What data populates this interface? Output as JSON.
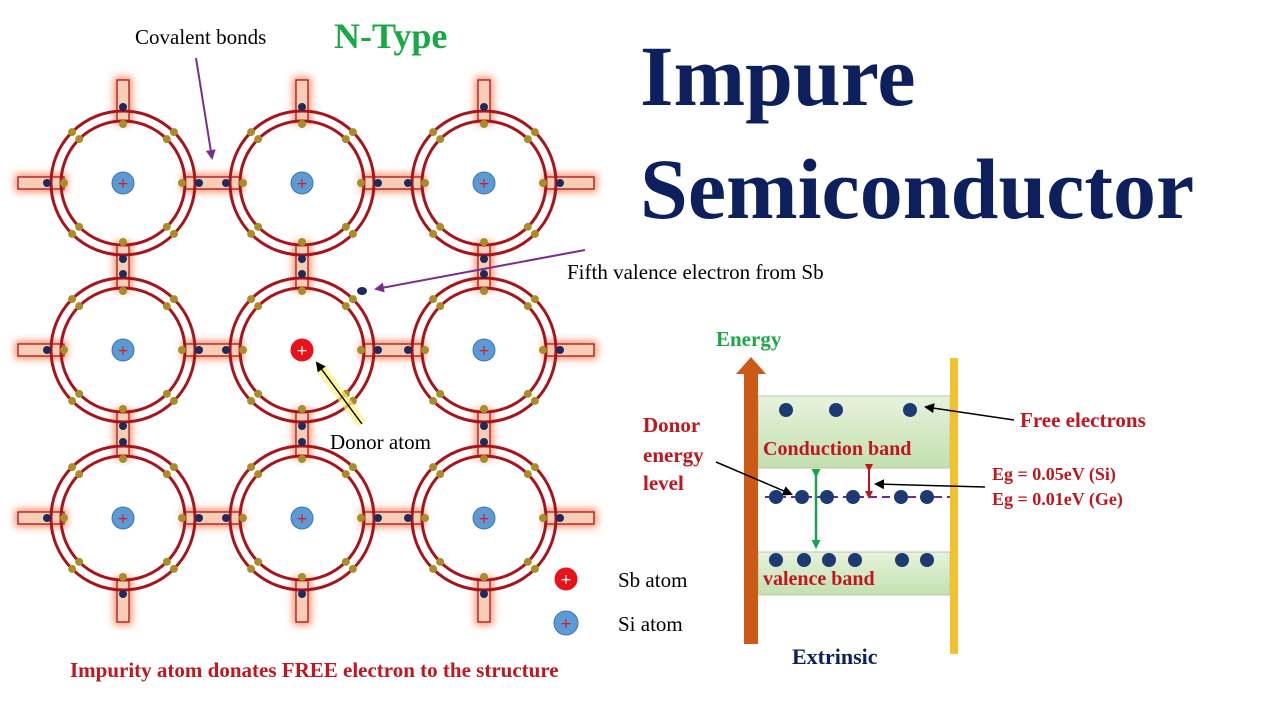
{
  "title": {
    "line1": "Impure",
    "line2": "Semiconductor",
    "subtitle": "N-Type"
  },
  "lattice": {
    "covalent_label": "Covalent bonds",
    "fifth_electron_label": "Fifth valence electron from Sb",
    "donor_label": "Donor atom",
    "nucleus_symbol": "+",
    "legend": {
      "sb_label": "Sb atom",
      "si_label": "Si atom"
    },
    "caption": "Impurity atom donates FREE electron to the structure"
  },
  "band": {
    "energy_label": "Energy",
    "conduction_label": "Conduction band",
    "valence_label": "valence band",
    "free_electrons_label": "Free electrons",
    "donor_level_label": [
      "Donor",
      "energy",
      "level"
    ],
    "eg_si": "Eg = 0.05eV (Si)",
    "eg_ge": "Eg = 0.01eV (Ge)",
    "extrinsic_label": "Extrinsic"
  },
  "colors": {
    "title": "#0d1f5c",
    "subtitle": "#1aa845",
    "orbit": "#a8141b",
    "bond_glow": "#f47a4d",
    "bond_fill": "#f8cdb6",
    "si_atom": "#5b9bd5",
    "sb_atom": "#e8121b",
    "electron_bond": "#1f2a5c",
    "electron_orbit": "#a98d2a",
    "arrow_purple": "#7b2c8c",
    "red_text": "#c0161d",
    "band_fill": "#cfe8c0",
    "energy_arrow": "#cc5a17",
    "right_bar": "#f2c12e",
    "green_arrow": "#16a34a",
    "band_electron": "#1d3a72"
  }
}
